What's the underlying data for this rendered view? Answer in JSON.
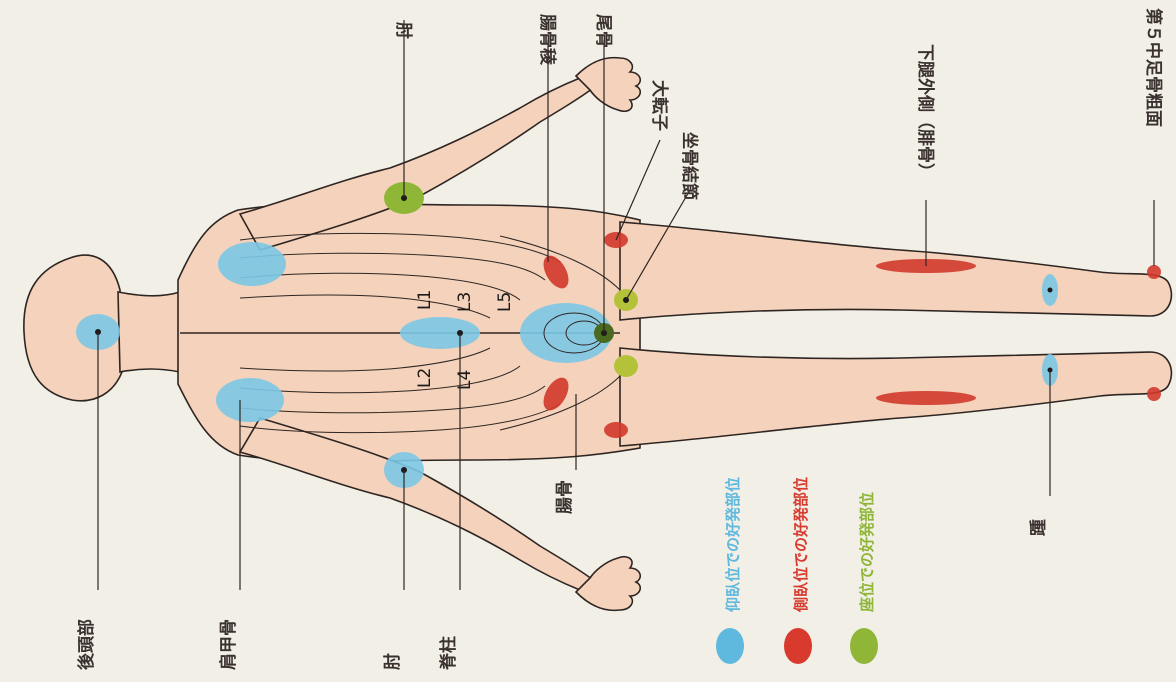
{
  "labels": {
    "occiput": "後頭部",
    "scapula": "肩甲骨",
    "spine": "脊柱",
    "elbow_bottom": "肘",
    "elbow_top": "肘",
    "coccyx": "尾骨",
    "sacrum_top": "腸骨稜",
    "ilium": "腸骨",
    "greater_trochanter": "大転子",
    "ischial_tuberosity": "坐骨結節",
    "lateral_knee": "下腿外側（腓骨）",
    "fifth_metatarsal": "第５中足骨粗面",
    "heel": "踵"
  },
  "vertebrae": [
    "L1",
    "L2",
    "L3",
    "L4",
    "L5"
  ],
  "legend": [
    {
      "text": "仰臥位での好発部位",
      "color": "#5fb8de"
    },
    {
      "text": "側臥位での好発部位",
      "color": "#d83a2e"
    },
    {
      "text": "座位での好発部位",
      "color": "#8fb636"
    }
  ],
  "colors": {
    "body": "#f4d2bb",
    "outline": "#2e2522",
    "supine": "#7cc8e6",
    "lateral": "#d23a2c",
    "sitting": "#8fb636",
    "label_text": "#3b3230"
  }
}
